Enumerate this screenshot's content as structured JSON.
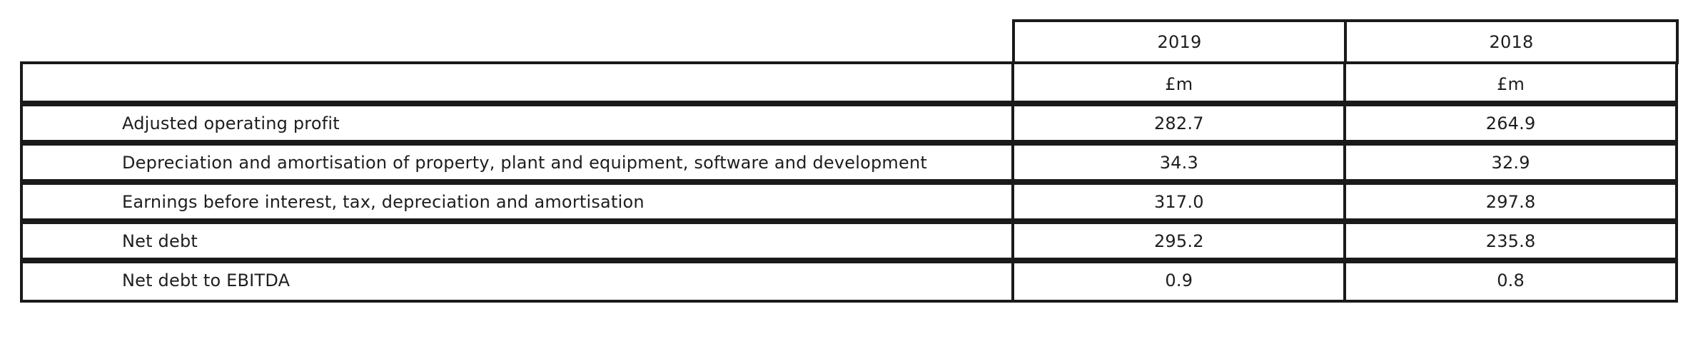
{
  "table": {
    "years": [
      "2019",
      "2018"
    ],
    "units": [
      "£m",
      "£m"
    ],
    "rows": [
      {
        "label": "Adjusted operating profit",
        "values": [
          "282.7",
          "264.9"
        ]
      },
      {
        "label": "Depreciation and amortisation of property, plant and equipment, software and development",
        "values": [
          "34.3",
          "32.9"
        ]
      },
      {
        "label": "Earnings before interest, tax, depreciation and amortisation",
        "values": [
          "317.0",
          "297.8"
        ]
      },
      {
        "label": "Net debt",
        "values": [
          "295.2",
          "235.8"
        ]
      },
      {
        "label": "Net debt to EBITDA",
        "values": [
          "0.9",
          "0.8"
        ]
      }
    ]
  }
}
